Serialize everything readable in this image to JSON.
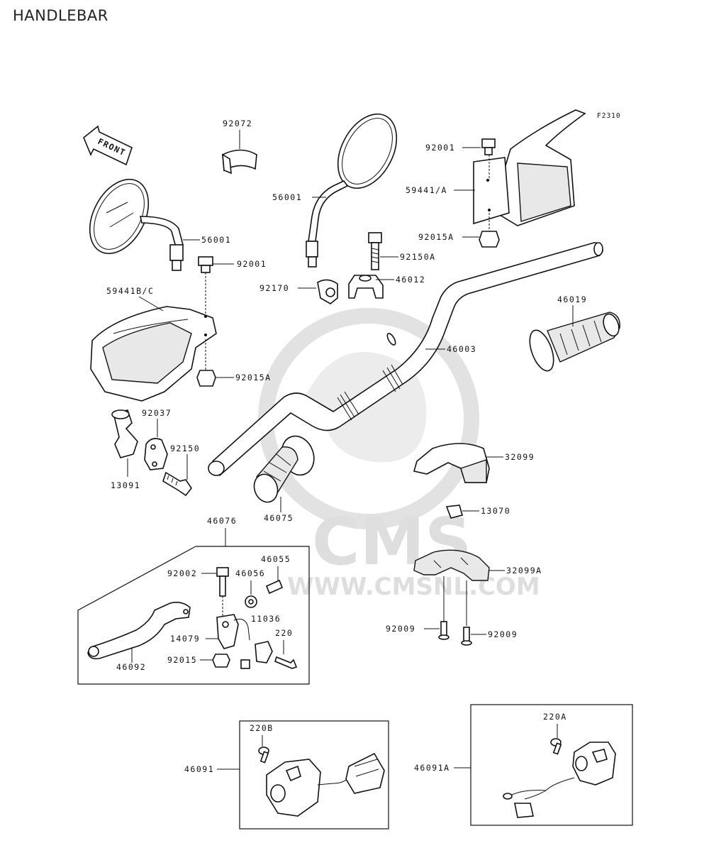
{
  "title": "HANDLEBAR",
  "figure_code": "F2310",
  "front_arrow_text": "FRONT",
  "watermark": {
    "logo": "CMS",
    "url": "WWW.CMSNL.COM"
  },
  "labels": {
    "l92072": "92072",
    "l56001a": "56001",
    "l56001b": "56001",
    "l92001a": "92001",
    "l92001b": "92001",
    "l59441a": "59441/A",
    "l92015a1": "92015A",
    "l92015a2": "92015A",
    "l92150a": "92150A",
    "l46012": "46012",
    "l92170": "92170",
    "l59441bc": "59441B/C",
    "l46019": "46019",
    "l46003": "46003",
    "l92037": "92037",
    "l92150": "92150",
    "l13091": "13091",
    "l32099": "32099",
    "l46075": "46075",
    "l13070": "13070",
    "l46076": "46076",
    "l46055": "46055",
    "l92002": "92002",
    "l46056": "46056",
    "l32099a": "32099A",
    "l11036": "11036",
    "l220": "220",
    "l14079": "14079",
    "l92015": "92015",
    "l46092": "46092",
    "l92009a": "92009",
    "l92009b": "92009",
    "l220b": "220B",
    "l46091": "46091",
    "l220a": "220A",
    "l46091a": "46091A"
  },
  "colors": {
    "line": "#111111",
    "watermark": "#dcdcdc",
    "background": "#ffffff"
  }
}
